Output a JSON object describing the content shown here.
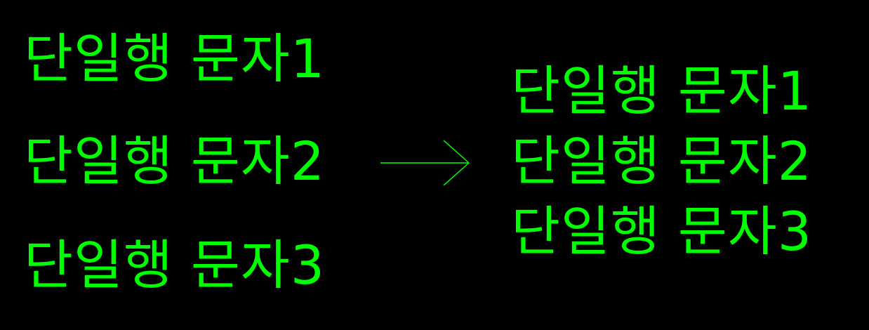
{
  "colors": {
    "background": "#000000",
    "text": "#00ff00",
    "arrow": "#00ff00"
  },
  "left_lines": [
    "단일행 문자1",
    "단일행 문자2",
    "단일행 문자3"
  ],
  "right_lines": [
    "단일행 문자1",
    "단일행 문자2",
    "단일행 문자3"
  ],
  "arrow_icon": "arrow-right-icon"
}
